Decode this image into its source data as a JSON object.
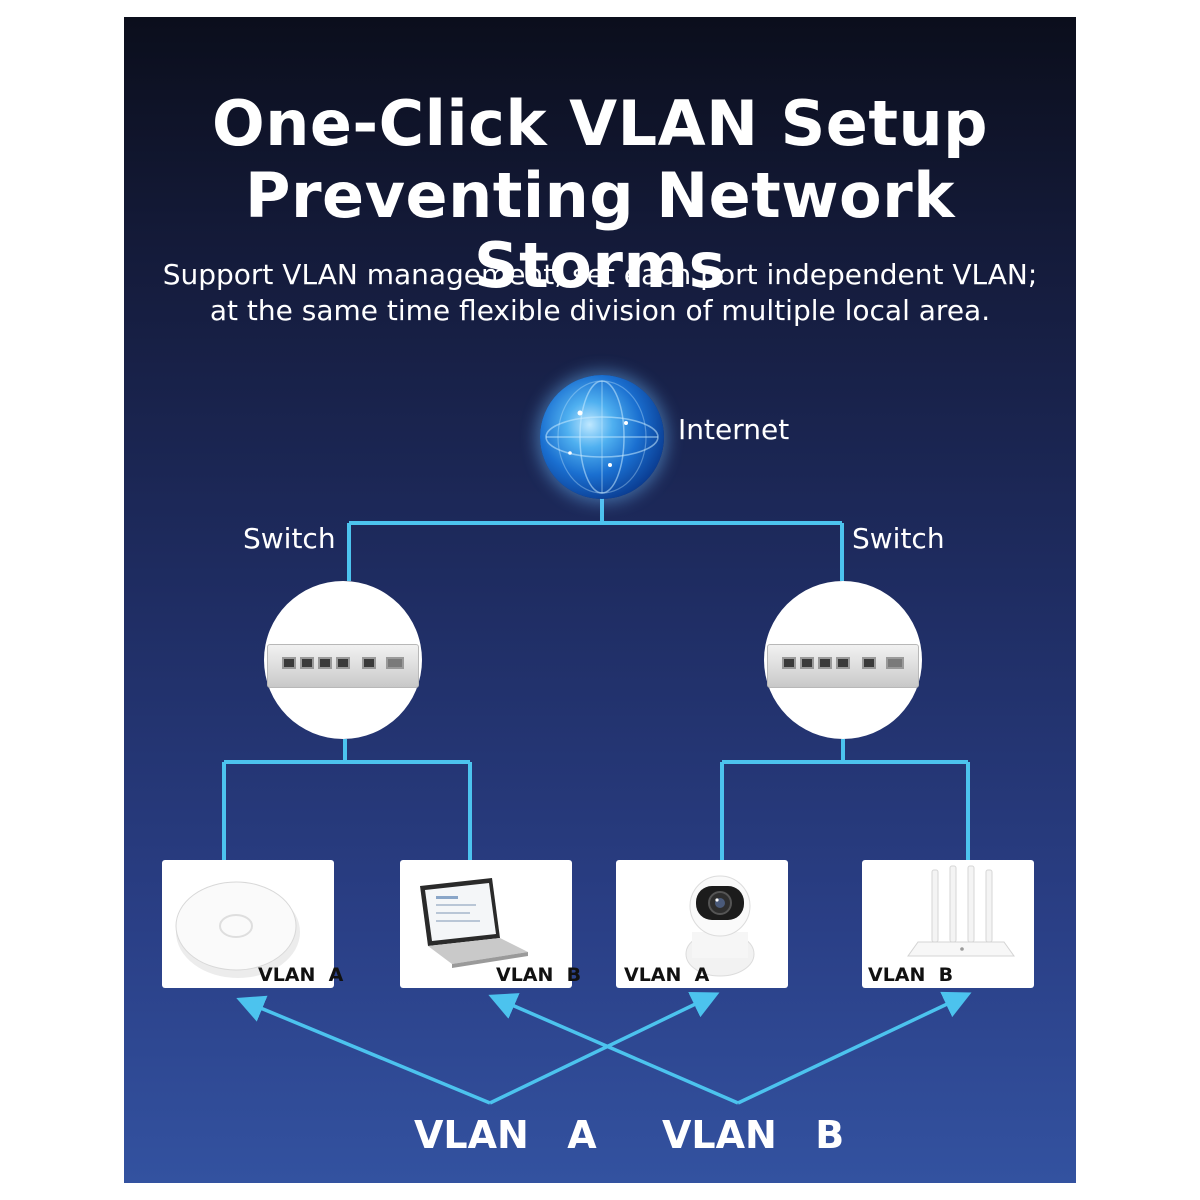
{
  "header": {
    "title_line1": "One-Click VLAN Setup",
    "title_line2": "Preventing Network Storms",
    "subtitle_line1": "Support VLAN management, set each port independent VLAN;",
    "subtitle_line2": "at the same time flexible division of multiple local area."
  },
  "diagram": {
    "internet_label": "Internet",
    "switch_left_label": "Switch",
    "switch_right_label": "Switch",
    "devices": [
      {
        "icon": "access-point-icon",
        "label": "VLAN  A"
      },
      {
        "icon": "laptop-icon",
        "label": "VLAN  B"
      },
      {
        "icon": "security-camera-icon",
        "label": "VLAN  A"
      },
      {
        "icon": "router-icon",
        "label": "VLAN  B"
      }
    ],
    "legend_vlan_a": "VLAN  A",
    "legend_vlan_b": "VLAN  B"
  },
  "colors": {
    "background_top": "#0b0e1c",
    "background_bottom": "#3352a0",
    "connector": "#4cc3ee",
    "text": "#ffffff"
  }
}
